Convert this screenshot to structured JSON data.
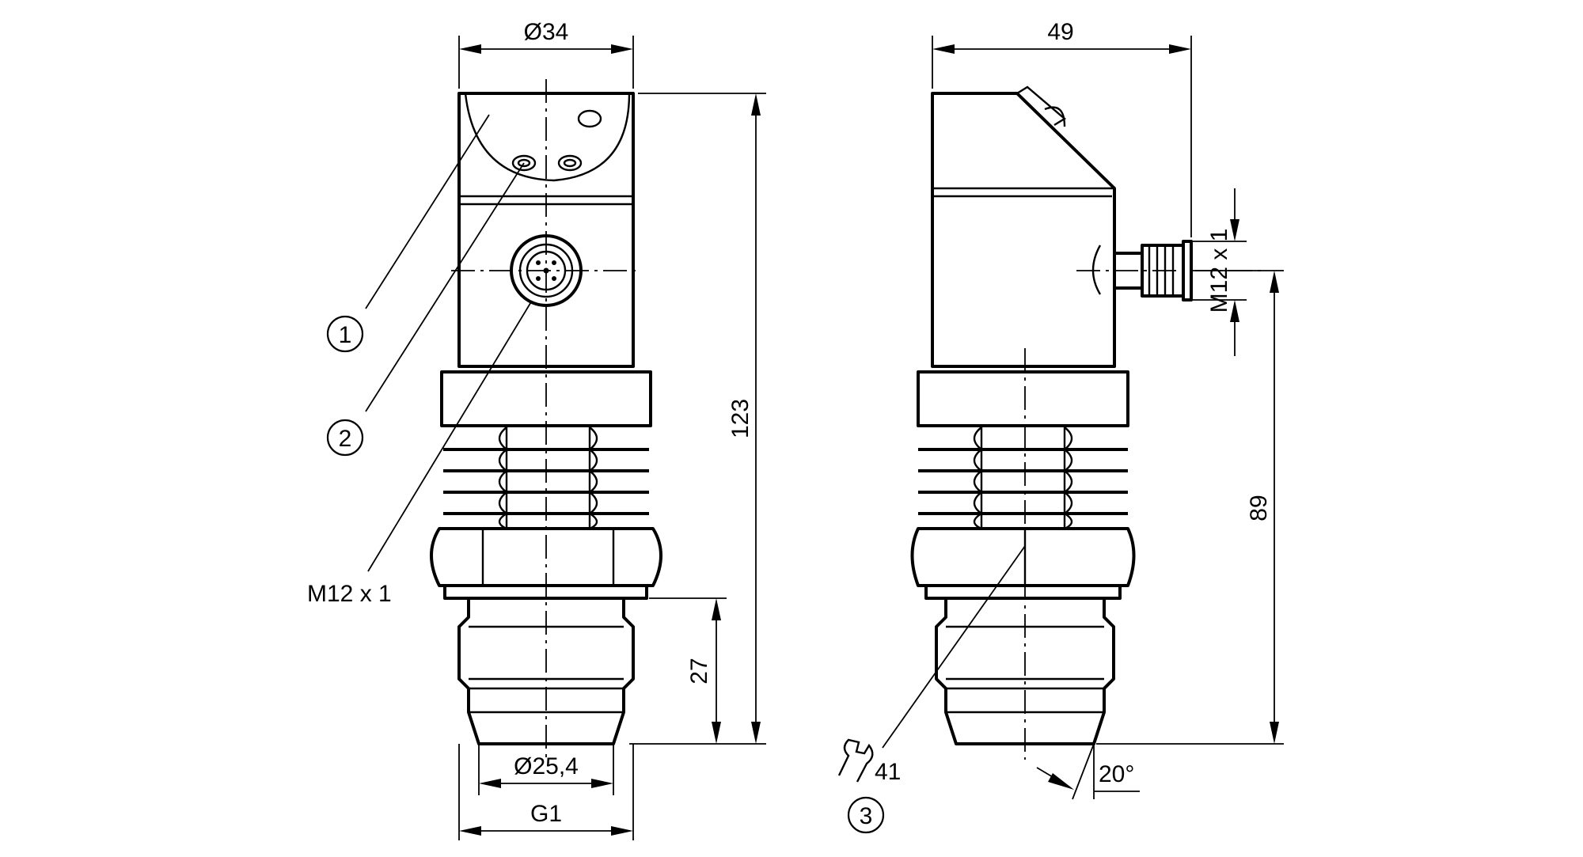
{
  "labels": {
    "dia_34": "Ø34",
    "width_49": "49",
    "height_123": "123",
    "height_89": "89",
    "height_27": "27",
    "dia_25_4": "Ø25,4",
    "thread_g1": "G1",
    "connector_front": "M12 x 1",
    "connector_side": "M12 x 1",
    "angle_20": "20°",
    "wrench_41": "41",
    "callout_1": "1",
    "callout_2": "2",
    "callout_3": "3"
  }
}
